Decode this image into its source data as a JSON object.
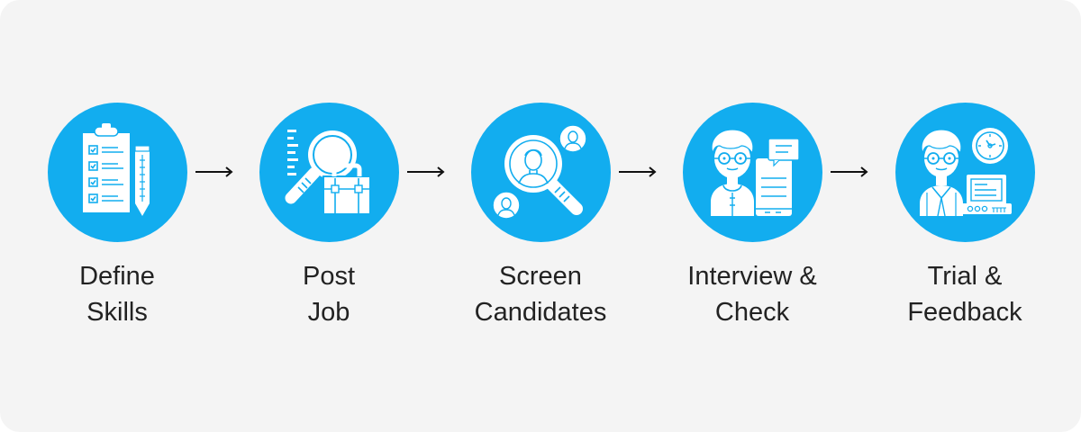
{
  "diagram": {
    "type": "process-flow",
    "direction": "left-to-right",
    "accent_color": "#12adef",
    "text_color": "#222222",
    "background_color": "#f4f4f4",
    "steps": [
      {
        "line1": "Define",
        "line2": "Skills",
        "icon": "clipboard-checklist-pencil-icon"
      },
      {
        "line1": "Post",
        "line2": "Job",
        "icon": "magnifier-briefcase-icon"
      },
      {
        "line1": "Screen",
        "line2": "Candidates",
        "icon": "magnifier-candidates-icon"
      },
      {
        "line1": "Interview &",
        "line2": "Check",
        "icon": "person-phone-chat-icon"
      },
      {
        "line1": "Trial &",
        "line2": "Feedback",
        "icon": "person-clock-laptop-icon"
      }
    ],
    "connectors": [
      "arrow-right",
      "arrow-right",
      "arrow-right",
      "arrow-right"
    ]
  }
}
